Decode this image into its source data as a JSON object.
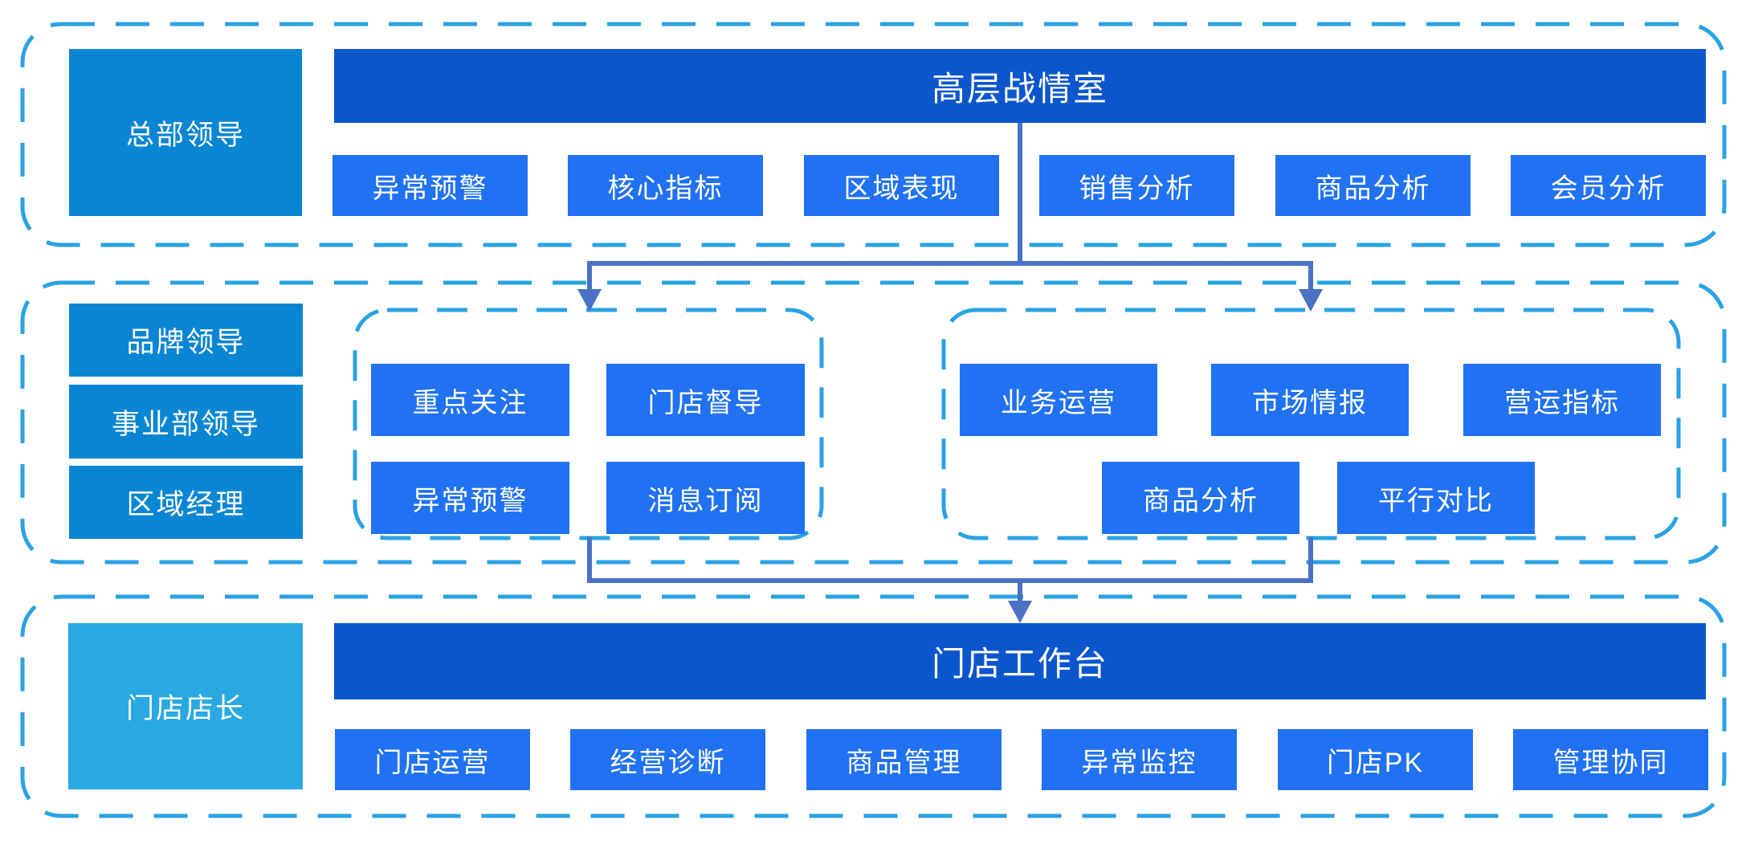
{
  "diagram_title": "",
  "colors": {
    "bg": "#ffffff",
    "role_box": "#0986d3",
    "role_box_light": "#29a9e1",
    "bar": "#0b56cd",
    "chip": "#2172f2",
    "dashed": "#2aa2e4",
    "connector": "#4a71c4",
    "text": "#ffffff"
  },
  "sections": {
    "top": {
      "role": "总部领导",
      "bar_title": "高层战情室",
      "buttons": [
        "异常预警",
        "核心指标",
        "区域表现",
        "销售分析",
        "商品分析",
        "会员分析"
      ]
    },
    "middle": {
      "roles": [
        "品牌领导",
        "事业部领导",
        "区域经理"
      ],
      "left_group": {
        "buttons": [
          "重点关注",
          "门店督导",
          "异常预警",
          "消息订阅"
        ]
      },
      "right_group": {
        "buttons": [
          "业务运营",
          "市场情报",
          "营运指标",
          "商品分析",
          "平行对比"
        ]
      }
    },
    "bottom": {
      "role": "门店店长",
      "bar_title": "门店工作台",
      "buttons": [
        "门店运营",
        "经营诊断",
        "商品管理",
        "异常监控",
        "门店PK",
        "管理协同"
      ]
    }
  }
}
